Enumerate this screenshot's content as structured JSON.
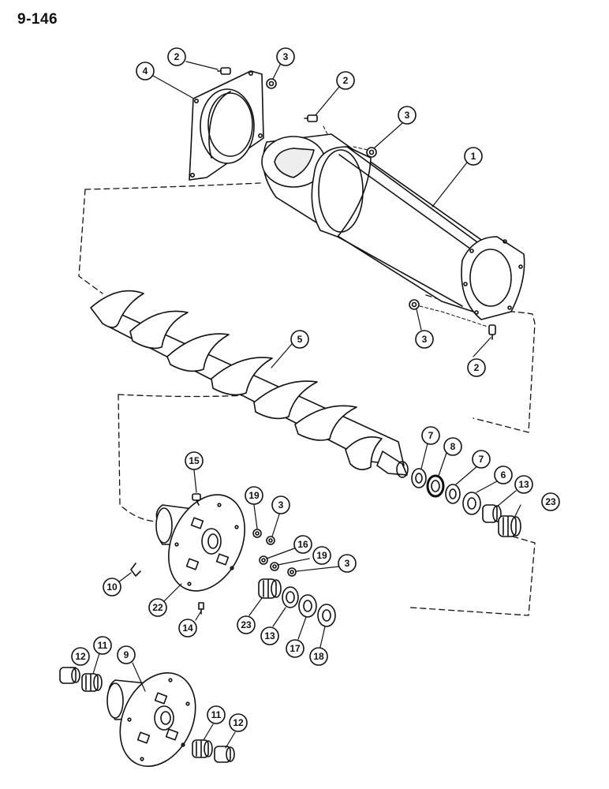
{
  "page_label": "9-146",
  "callouts": [
    {
      "id": "c1",
      "label": "1"
    },
    {
      "id": "c2a",
      "label": "2"
    },
    {
      "id": "c2b",
      "label": "2"
    },
    {
      "id": "c2c",
      "label": "2"
    },
    {
      "id": "c3a",
      "label": "3"
    },
    {
      "id": "c3b",
      "label": "3"
    },
    {
      "id": "c3c",
      "label": "3"
    },
    {
      "id": "c3d",
      "label": "3"
    },
    {
      "id": "c3e",
      "label": "3"
    },
    {
      "id": "c4",
      "label": "4"
    },
    {
      "id": "c5",
      "label": "5"
    },
    {
      "id": "c6",
      "label": "6"
    },
    {
      "id": "c7a",
      "label": "7"
    },
    {
      "id": "c7b",
      "label": "7"
    },
    {
      "id": "c8",
      "label": "8"
    },
    {
      "id": "c9",
      "label": "9"
    },
    {
      "id": "c10",
      "label": "10"
    },
    {
      "id": "c11a",
      "label": "11"
    },
    {
      "id": "c11b",
      "label": "11"
    },
    {
      "id": "c12a",
      "label": "12"
    },
    {
      "id": "c12b",
      "label": "12"
    },
    {
      "id": "c13a",
      "label": "13"
    },
    {
      "id": "c13b",
      "label": "13"
    },
    {
      "id": "c14",
      "label": "14"
    },
    {
      "id": "c15",
      "label": "15"
    },
    {
      "id": "c16",
      "label": "16"
    },
    {
      "id": "c17",
      "label": "17"
    },
    {
      "id": "c18",
      "label": "18"
    },
    {
      "id": "c19a",
      "label": "19"
    },
    {
      "id": "c19b",
      "label": "19"
    },
    {
      "id": "c22",
      "label": "22"
    },
    {
      "id": "c23a",
      "label": "23"
    },
    {
      "id": "c23b",
      "label": "23"
    }
  ]
}
